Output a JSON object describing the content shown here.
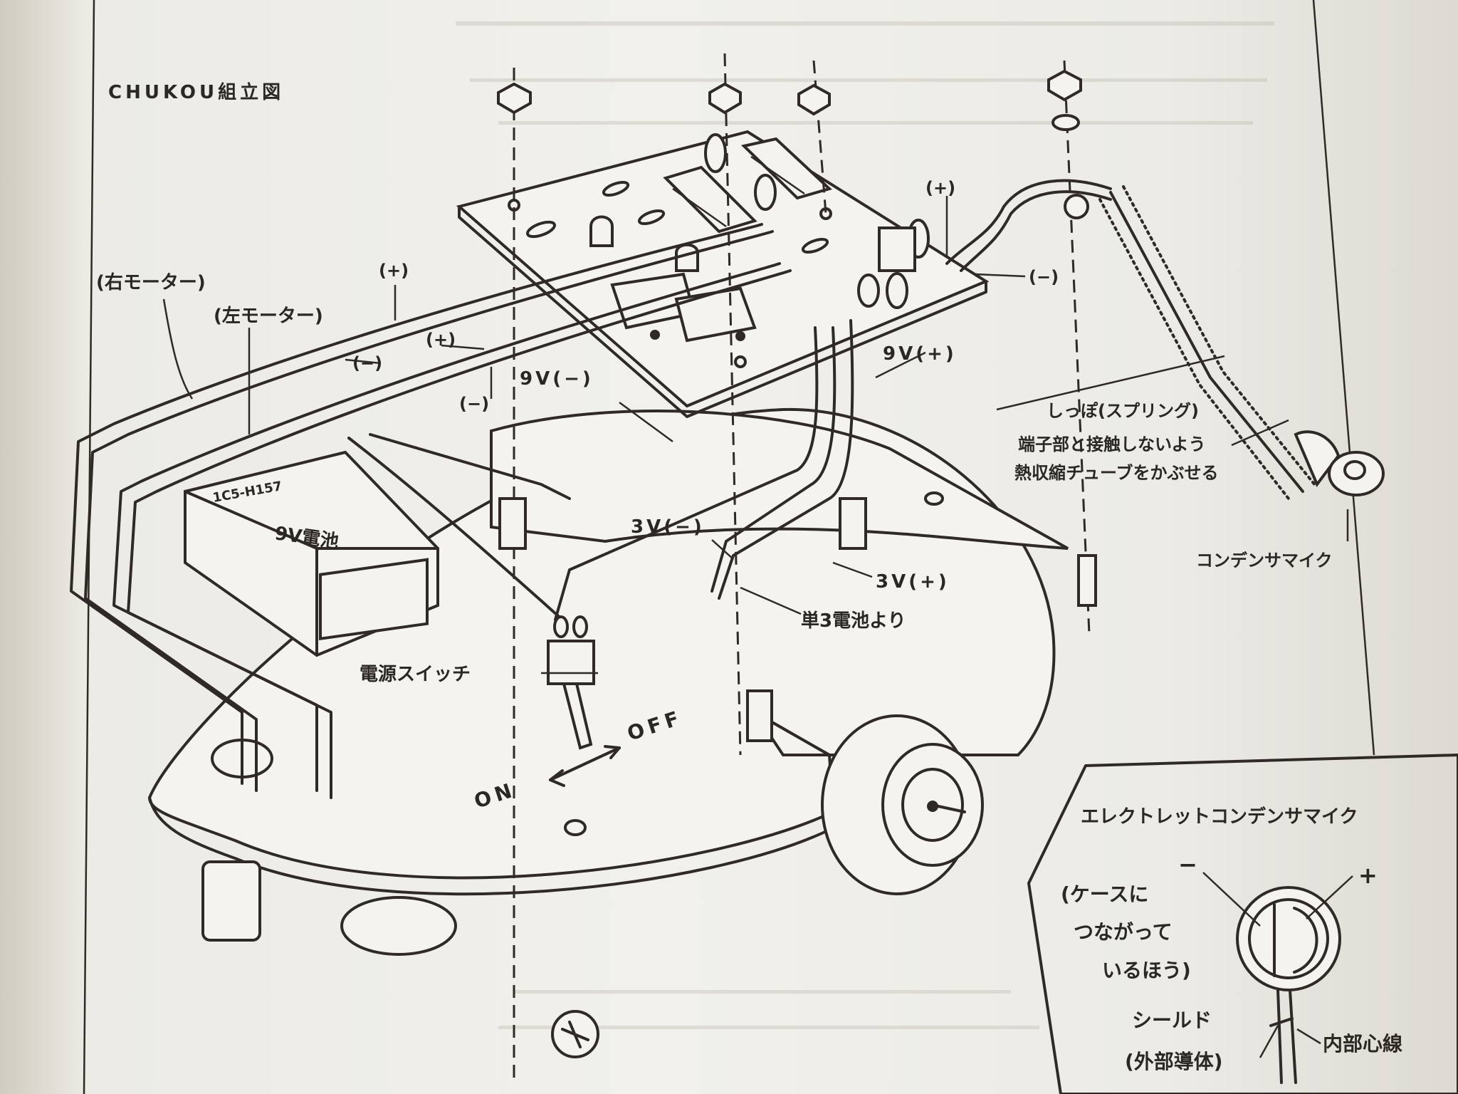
{
  "title": "CHUKOU組立図",
  "labels": {
    "right_motor": "(右モーター)",
    "left_motor": "(左モーター)",
    "plus_motor_top": "(+)",
    "plus_motor_mid": "(+)",
    "minus_motor_mid": "(−)",
    "minus_motor_low": "(−)",
    "nine_v_minus": "9V(−)",
    "nine_v_plus": "9V(+)",
    "board_plus": "(+)",
    "board_minus": "(−)",
    "three_v_minus": "3V(−)",
    "three_v_plus": "3V(+)",
    "from_aa_battery": "単3電池より",
    "power_switch": "電源スイッチ",
    "on": "ON",
    "off": "OFF",
    "battery_label": "9V電池",
    "battery_model": "1C5-H157",
    "tail_line1": "しっぽ(スプリング)",
    "tail_line2": "端子部と接触しないよう",
    "tail_line3": "熱収縮チューブをかぶせる",
    "condenser_mic": "コンデンサマイク"
  },
  "inset": {
    "title": "エレクトレットコンデンサマイク",
    "minus": "−",
    "plus": "+",
    "case_line1": "(ケースに",
    "case_line2": "つながって",
    "case_line3": "いるほう)",
    "shield": "シールド",
    "outer_conductor": "(外部導体)",
    "inner_core": "内部心線"
  },
  "colors": {
    "ink": "#2f2a25",
    "paper": "#f1f0ec"
  }
}
